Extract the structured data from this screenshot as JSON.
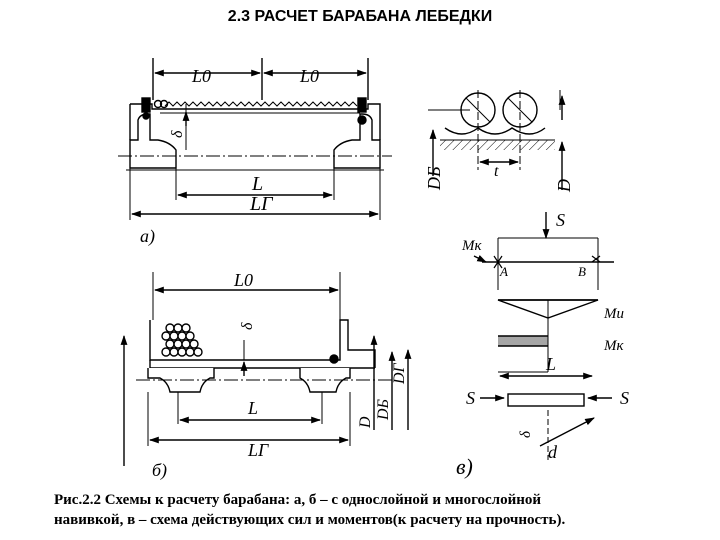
{
  "title": "2.3 РАСЧЕТ БАРАБАНА ЛЕБЕДКИ",
  "figure_a": {
    "panel": "а)",
    "l0_left": "L0",
    "l0_right": "L0",
    "delta": "δ",
    "l": "L",
    "lg": "LГ",
    "db": "DБ",
    "t": "t",
    "d": "D"
  },
  "figure_b": {
    "panel": "б)",
    "l0": "L0",
    "delta": "δ",
    "d": "D",
    "db": "DБ",
    "dg": "DГ",
    "l": "L",
    "lg": "LГ"
  },
  "figure_v": {
    "panel": "в)",
    "s_top": "S",
    "mk_left": "Mк",
    "a": "A",
    "b": "B",
    "mi": "Mи",
    "mk": "Mк",
    "l": "L",
    "s_left": "S",
    "s_right": "S",
    "delta": "δ",
    "d": "d"
  },
  "caption": {
    "line1": "Рис.2.2 Схемы к расчету барабана: а, б – с однослойной и многослойной",
    "line2": "навивкой, в – схема действующих сил и моментов(к расчету на прочность)."
  }
}
